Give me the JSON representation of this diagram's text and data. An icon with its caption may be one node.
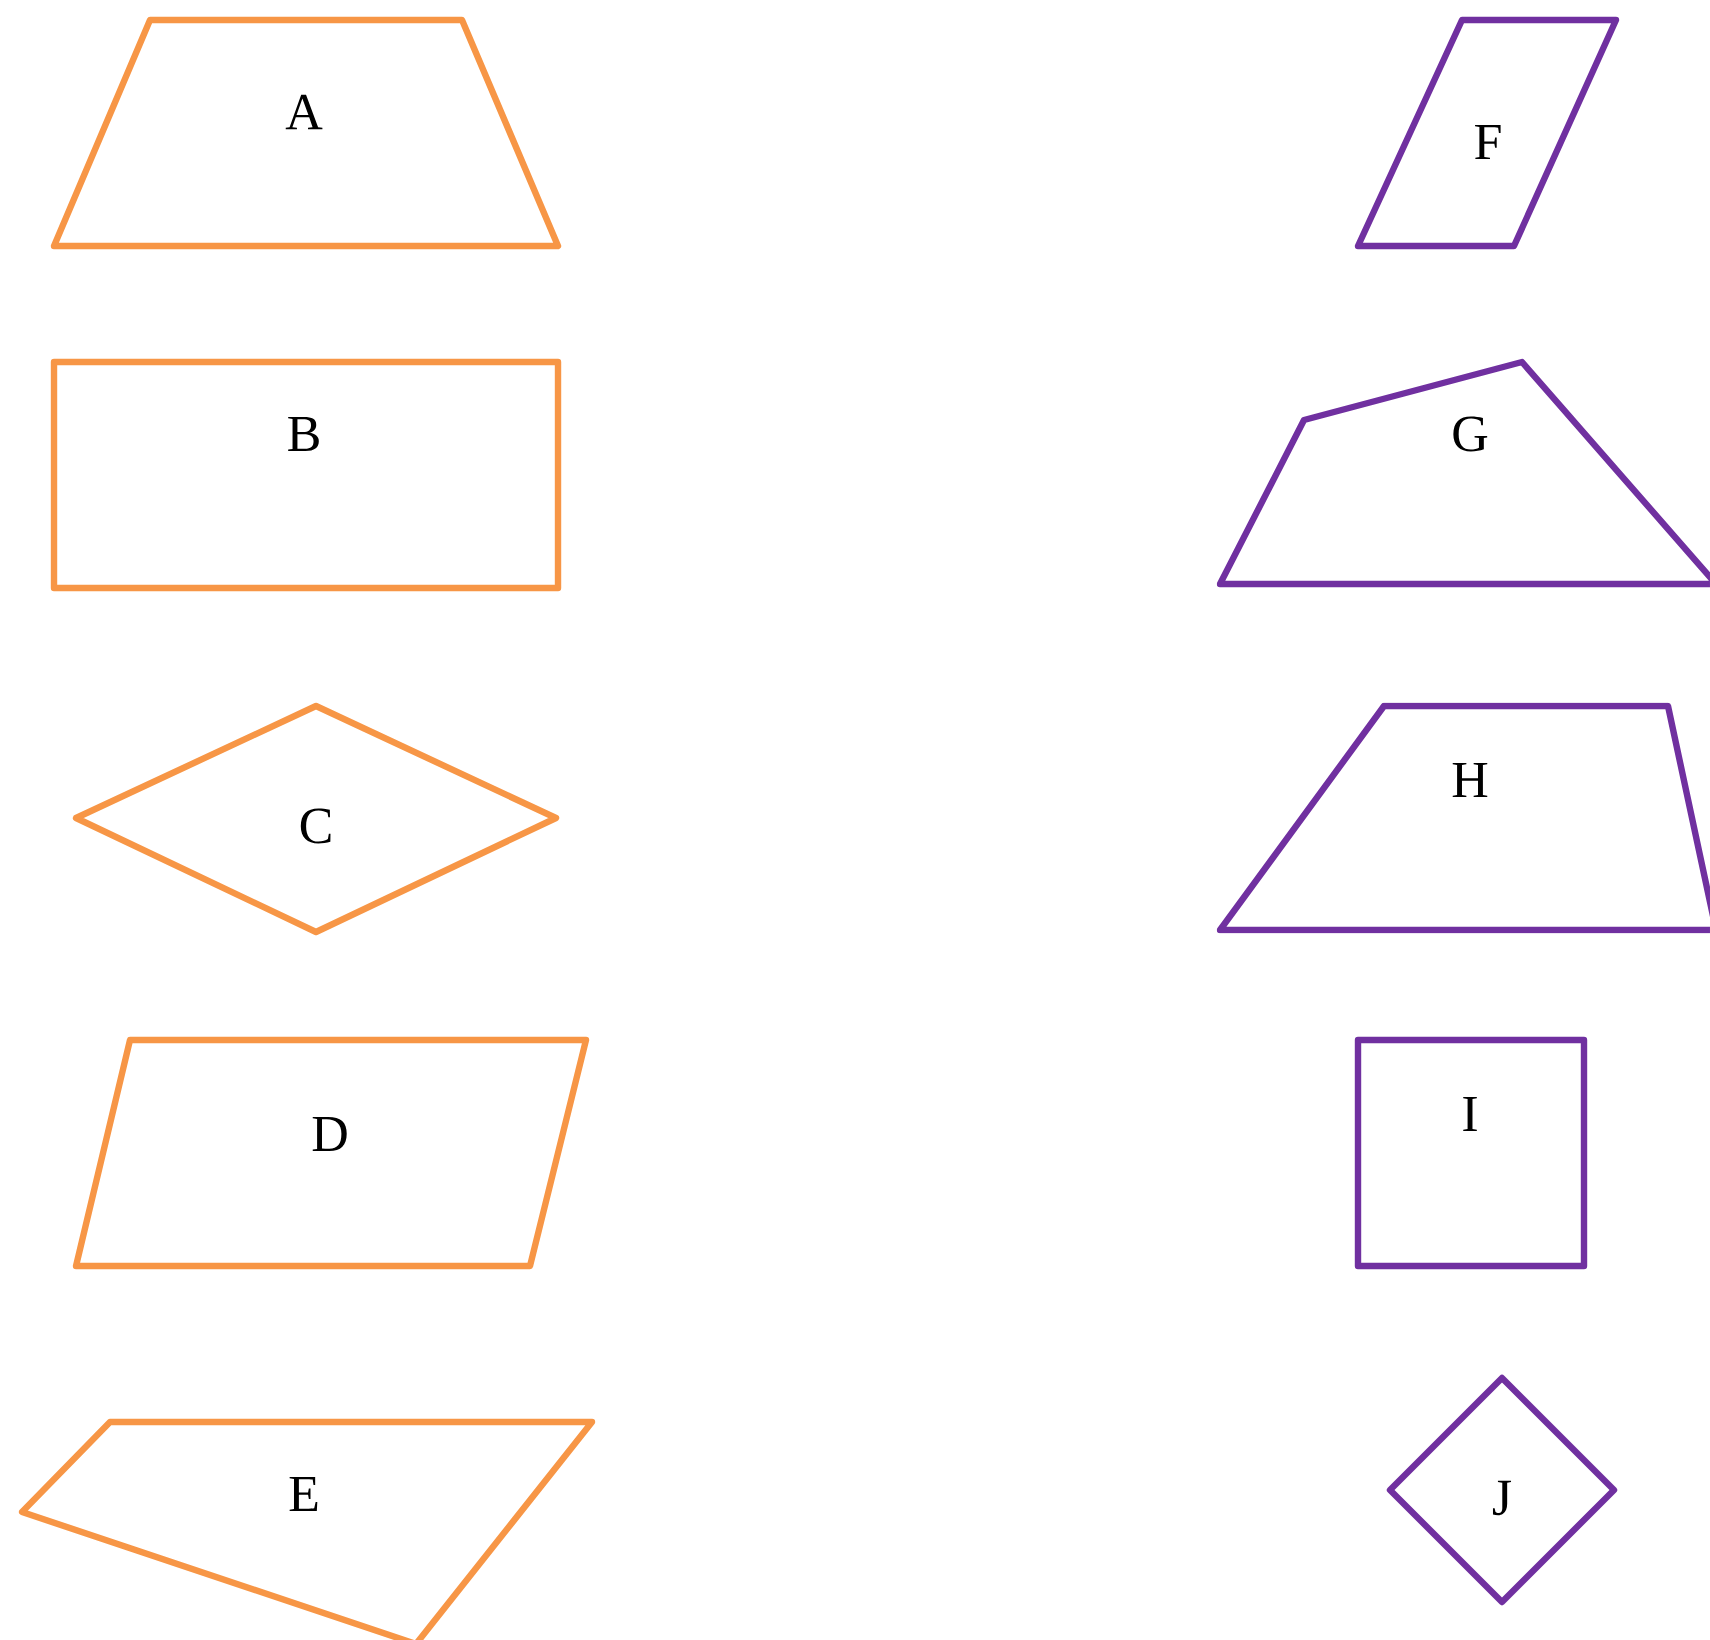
{
  "diagram": {
    "nodes": [
      {
        "text": [
          "A"
        ]
      },
      {
        "text": [
          "B"
        ]
      },
      {
        "text": [
          "C"
        ]
      },
      {
        "text": [
          "D"
        ]
      },
      {
        "text": [
          "E"
        ]
      },
      {
        "text": [
          "F"
        ]
      },
      {
        "text": [
          "G"
        ]
      },
      {
        "text": [
          "H"
        ]
      },
      {
        "text": [
          "I"
        ]
      },
      {
        "text": [
          "J"
        ]
      }
    ]
  }
}
